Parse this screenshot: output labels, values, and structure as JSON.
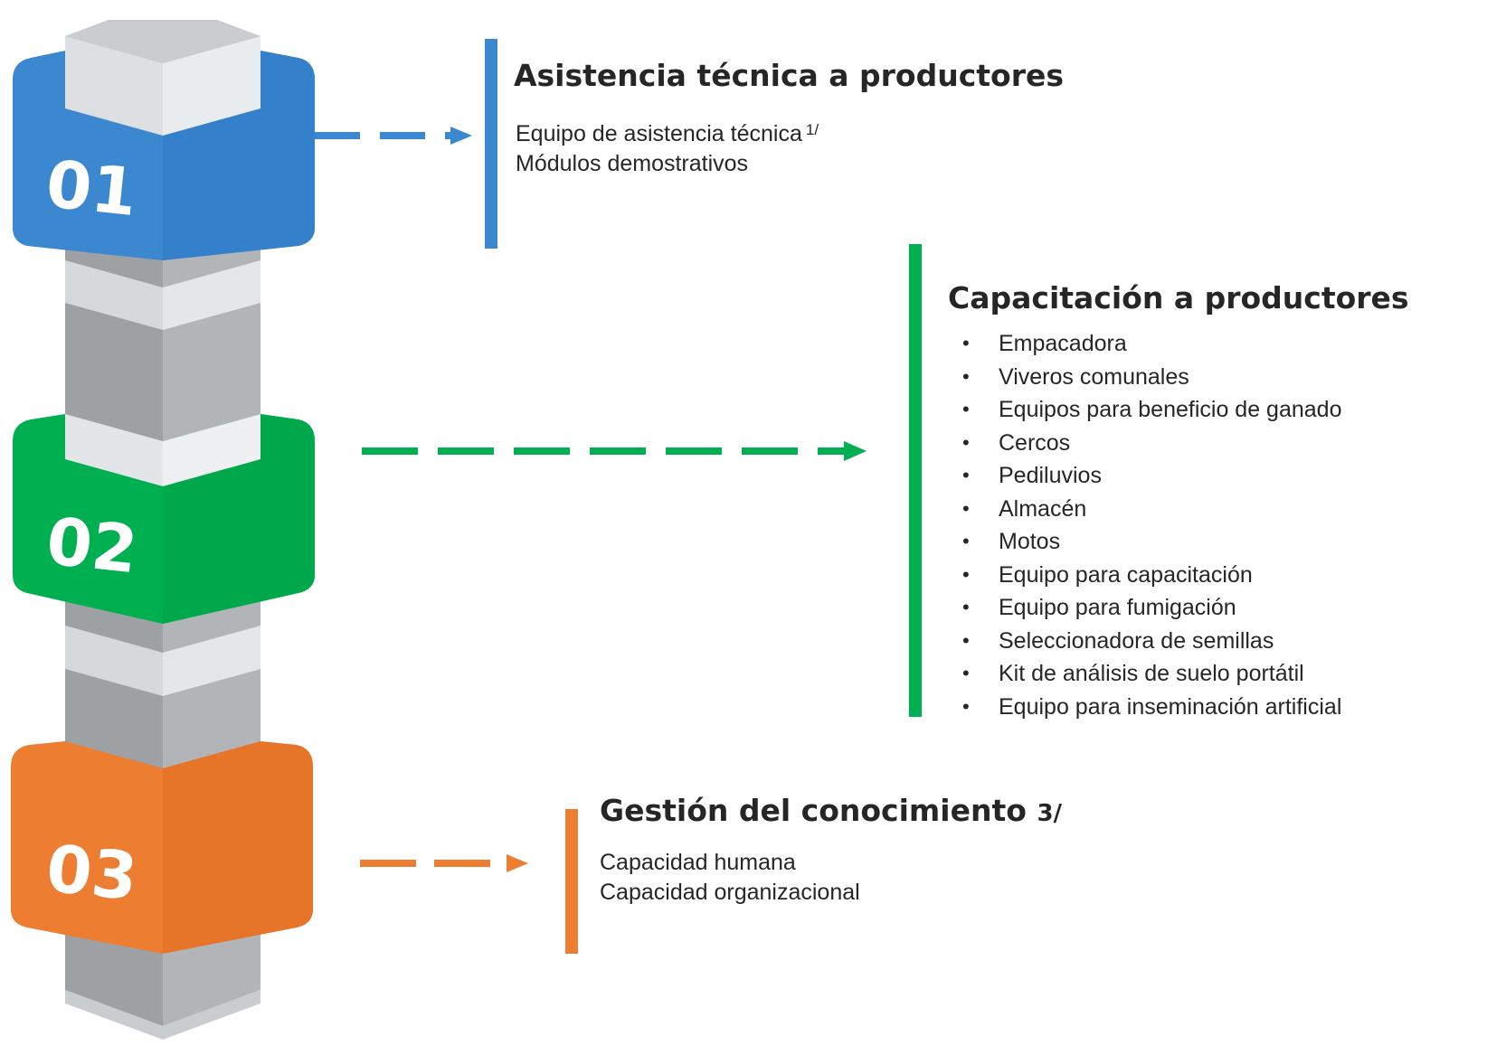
{
  "colors": {
    "blue": "#3B87D0",
    "green": "#00B050",
    "orange": "#ED7D31",
    "pillar_dark": "#A6A9AB",
    "pillar_darker": "#8E9294",
    "pillar_light": "#DCE0E2",
    "text": "#262626"
  },
  "steps": [
    {
      "number": "01",
      "color": "blue",
      "title": "Asistencia técnica a productores",
      "items": [
        {
          "text": "Equipo de asistencia técnica",
          "note": "1/"
        },
        {
          "text": "Módulos demostrativos"
        }
      ]
    },
    {
      "number": "02",
      "color": "green",
      "title": "Capacitación a productores",
      "items": [
        {
          "text": "Empacadora"
        },
        {
          "text": "Viveros comunales"
        },
        {
          "text": "Equipos para beneficio de ganado"
        },
        {
          "text": "Cercos"
        },
        {
          "text": "Pediluvios"
        },
        {
          "text": "Almacén"
        },
        {
          "text": "Motos"
        },
        {
          "text": "Equipo para capacitación"
        },
        {
          "text": "Equipo para fumigación"
        },
        {
          "text": "Seleccionadora de semillas"
        },
        {
          "text": "Kit de análisis de suelo portátil"
        },
        {
          "text": "Equipo para inseminación artificial"
        }
      ]
    },
    {
      "number": "03",
      "color": "orange",
      "title": "Gestión del conocimiento",
      "title_note": "3/",
      "items": [
        {
          "text": "Capacidad humana"
        },
        {
          "text": "Capacidad organizacional"
        }
      ]
    }
  ]
}
